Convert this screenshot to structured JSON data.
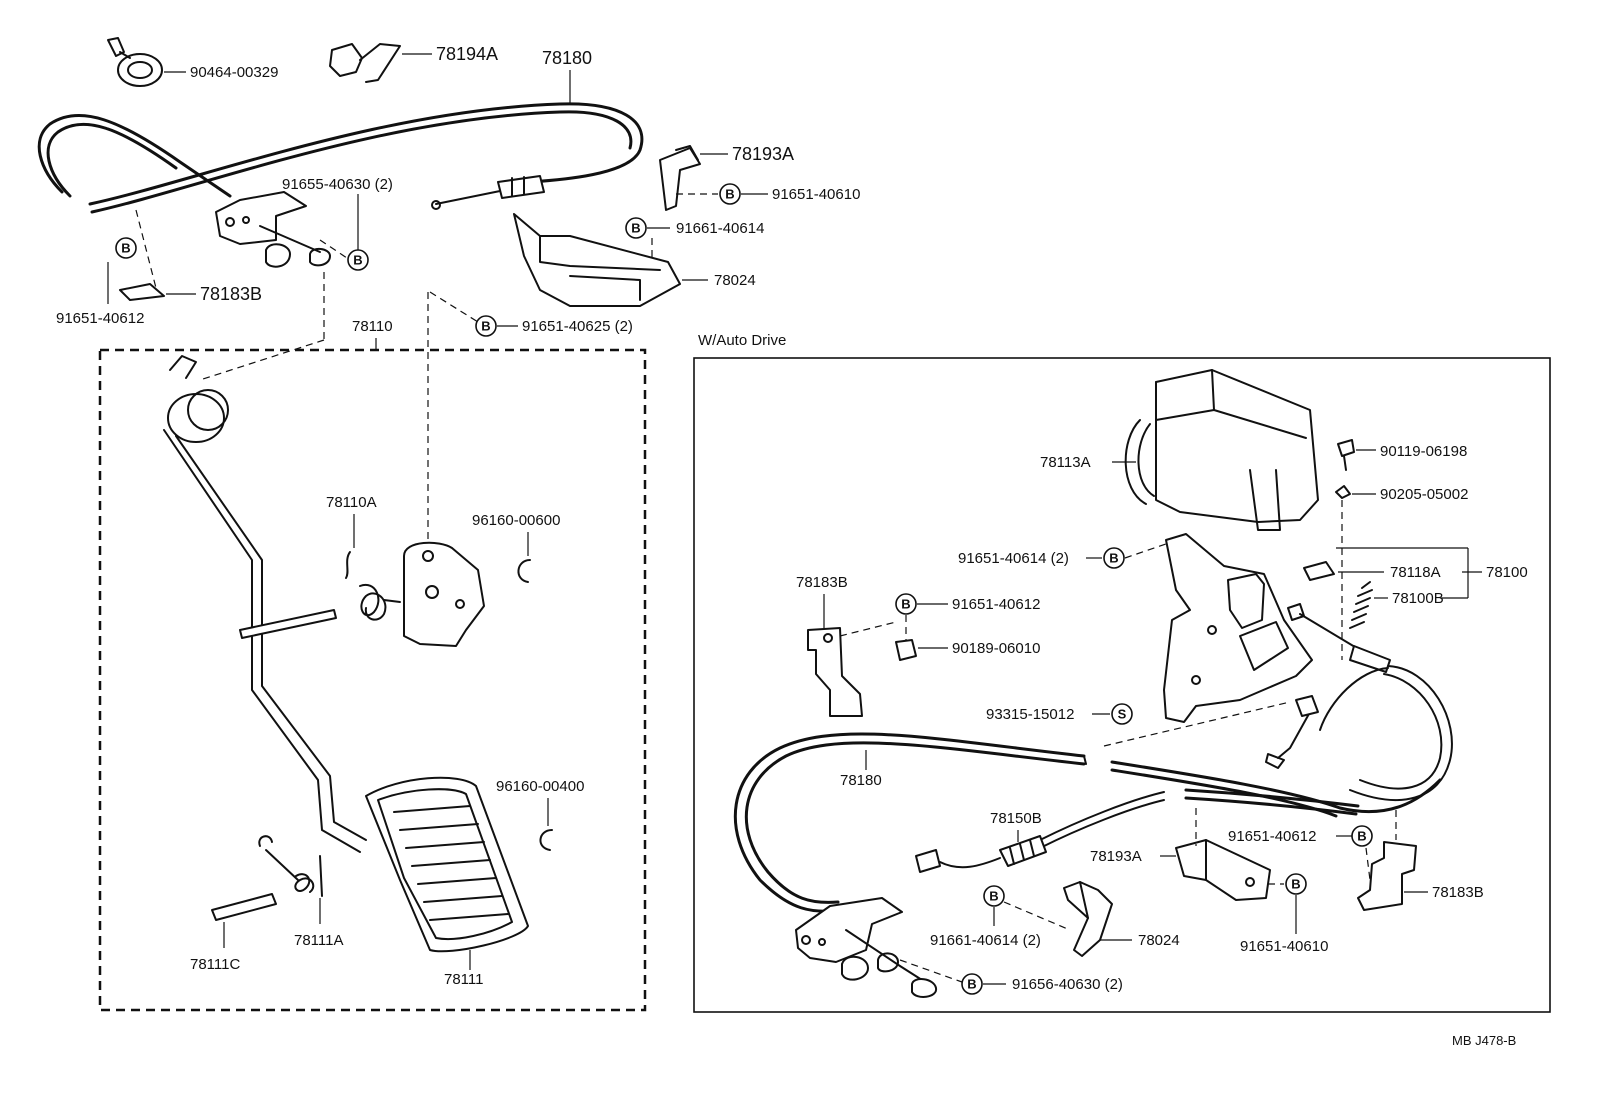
{
  "labels": {
    "p90464_00329": "90464-00329",
    "p78194A": "78194A",
    "p78180_top": "78180",
    "p78193A_top": "78193A",
    "p91651_40610_top": "91651-40610",
    "p91661_40614_top": "91661-40614",
    "p78024_top": "78024",
    "p91655_40630": "91655-40630 (2)",
    "p78183B_top": "78183B",
    "p91651_40612_top": "91651-40612",
    "p91651_40625": "91651-40625 (2)",
    "p78110": "78110",
    "p78110A": "78110A",
    "p96160_00600": "96160-00600",
    "p96160_00400": "96160-00400",
    "p78111C": "78111C",
    "p78111A": "78111A",
    "p78111": "78111",
    "section_title": "W/Auto Drive",
    "p78113A": "78113A",
    "p90119_06198": "90119-06198",
    "p90205_05002": "90205-05002",
    "p91651_40614": "91651-40614 (2)",
    "p78118A": "78118A",
    "p78100": "78100",
    "p78100B": "78100B",
    "p78183B_r1": "78183B",
    "p91651_40612_r": "91651-40612",
    "p90189_06010": "90189-06010",
    "p93315_15012": "93315-15012",
    "p78180_r": "78180",
    "p78150B": "78150B",
    "p78193A_r": "78193A",
    "p91651_40612_r2": "91651-40612",
    "p78183B_r2": "78183B",
    "p91661_40614_r": "91661-40614 (2)",
    "p78024_r": "78024",
    "p91651_40610_r": "91651-40610",
    "p91656_40630": "91656-40630 (2)",
    "ref_code": "MB  J478-B"
  },
  "symbols": {
    "bolt_mark": "B",
    "screw_mark": "S"
  }
}
